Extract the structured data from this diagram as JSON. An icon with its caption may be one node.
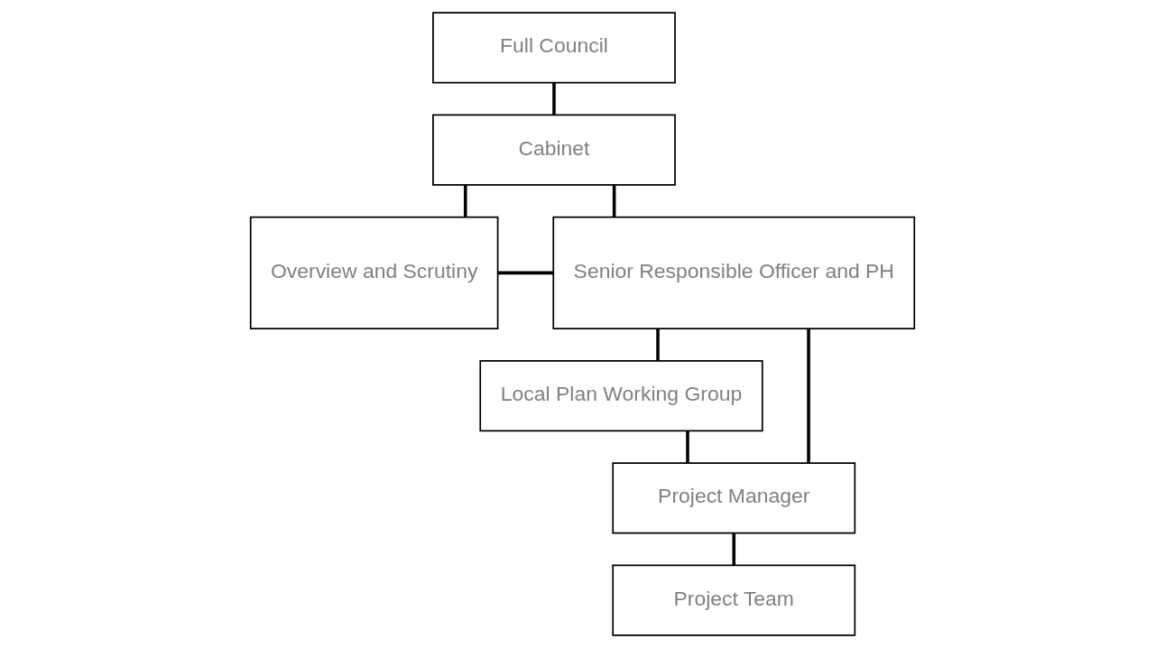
{
  "diagram": {
    "nodes": [
      {
        "text": [
          "Full Council"
        ]
      },
      {
        "text": [
          "Cabinet"
        ]
      },
      {
        "text": [
          "Overview and Scrutiny"
        ]
      },
      {
        "text": [
          "Senior Responsible Officer and PH"
        ]
      },
      {
        "text": [
          "Local Plan Working Group"
        ]
      },
      {
        "text": [
          "Project Manager"
        ]
      },
      {
        "text": [
          "Project Team"
        ]
      }
    ],
    "edges": [
      {
        "from": 0,
        "to": 1,
        "arrow": "none"
      },
      {
        "from": 1,
        "to": 2,
        "arrow": "none"
      },
      {
        "from": 1,
        "to": 3,
        "arrow": "none"
      },
      {
        "from": 2,
        "to": 3,
        "arrow": "none"
      },
      {
        "from": 3,
        "to": 4,
        "arrow": "none"
      },
      {
        "from": 3,
        "to": 5,
        "arrow": "none"
      },
      {
        "from": 4,
        "to": 5,
        "arrow": "none"
      },
      {
        "from": 5,
        "to": 6,
        "arrow": "none"
      }
    ]
  }
}
